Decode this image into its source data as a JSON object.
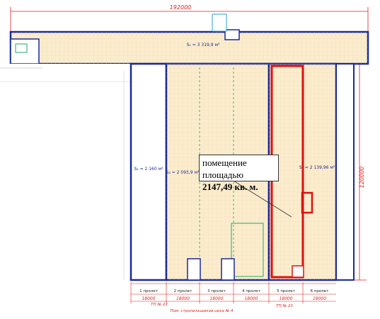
{
  "dimensions": {
    "overall_width": "192000",
    "overall_height": "120000",
    "span_widths": [
      "18000",
      "18000",
      "18000",
      "18000",
      "18000",
      "18000"
    ]
  },
  "areas": {
    "s1": "S₁ = 3 319,9 м²",
    "s2": "S₂ = 2 160 м²",
    "s3": "S₃ = 2 093,9 м²",
    "s4": "S₄ = 2 139,96 м²"
  },
  "spans": [
    "1 пролет",
    "2 пролет",
    "3 пролет",
    "4 пролет",
    "5 пролет",
    "6 пролет"
  ],
  "notes": {
    "tp22": "ТП № 22",
    "workshop": "Пом. стропильщиков цеха № 4",
    "tp23": "ТП № 23"
  },
  "callout": {
    "line1": "помещение площадью",
    "line2": "2147,49 кв. м."
  },
  "colors": {
    "wall": "#1a2a9a",
    "fill": "#fbeccd",
    "highlight": "#e01010",
    "dimension": "#e02020"
  }
}
